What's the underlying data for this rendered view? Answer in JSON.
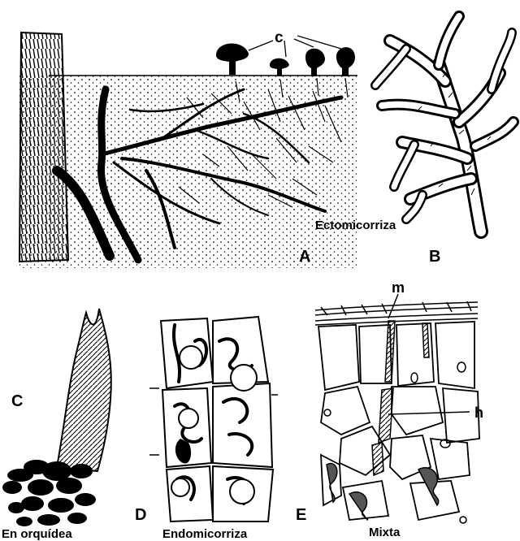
{
  "panels": {
    "A": {
      "letter": "A",
      "caption": "Ectomicorriza",
      "callout": "c"
    },
    "B": {
      "letter": "B"
    },
    "C": {
      "letter": "C",
      "caption": "En orquídea"
    },
    "D": {
      "letter": "D",
      "caption": "Endomicorriza"
    },
    "E": {
      "letter": "E",
      "caption": "Mixta",
      "callout_top": "m",
      "callout_right": "h"
    }
  },
  "colors": {
    "ink": "#000000",
    "paper": "#ffffff",
    "shade": "#555555"
  }
}
